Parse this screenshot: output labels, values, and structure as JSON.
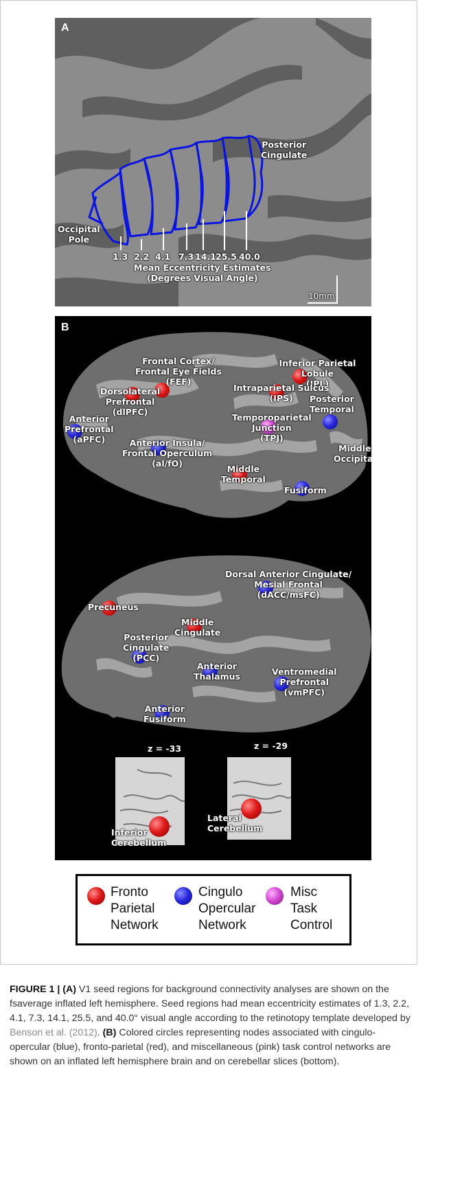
{
  "panel_a": {
    "letter": "A",
    "posterior_cingulate": "Posterior\nCingulate",
    "occipital_pole": "Occipital\nPole",
    "eccentricities": [
      "1.3",
      "2.2",
      "4.1",
      "7.3",
      "14.1",
      "25.5",
      "40.0"
    ],
    "axis_title": "Mean Eccentricity Estimates\n(Degrees Visual Angle)",
    "scale_bar": "10mm"
  },
  "panel_b": {
    "letter": "B",
    "lateral_labels": {
      "frontal_cortex": "Frontal Cortex/\nFrontal Eye Fields\n(FEF)",
      "dorsolateral": "Dorsolateral\nPrefrontal\n(dlPFC)",
      "anterior_prefrontal": "Anterior\nPrefrontal\n(aPFC)",
      "anterior_insula": "Anterior Insula/\nFrontal Operculum\n(al/fO)",
      "inferior_parietal": "Inferior Parietal Lobule\n(IPL)",
      "intraparietal": "Intraparietal  Sulcus\n(IPS)",
      "temporoparietal": "Temporoparietal\nJunction\n(TPJ)",
      "posterior_temporal": "Posterior\nTemporal",
      "middle_occipital": "Middle\nOccipital",
      "middle_temporal": "Middle\nTemporal",
      "fusiform": "Fusiform"
    },
    "medial_labels": {
      "dorsal_acc": "Dorsal Anterior Cingulate/\nMesial Frontal\n(dACC/msFC)",
      "precuneus": "Precuneus",
      "middle_cingulate": "Middle\nCingulate",
      "posterior_cingulate": "Posterior\nCingulate\n(PCC)",
      "anterior_thalamus": "Anterior\nThalamus",
      "ventromedial": "Ventromedial\nPrefrontal\n(vmPFC)",
      "anterior_fusiform": "Anterior\nFusiform"
    },
    "slices": {
      "left_z": "z = -33",
      "right_z": "z = -29",
      "inferior_cerebellum": "Inferior\nCerebellum",
      "lateral_cerebellum": "Lateral\nCerebellum"
    }
  },
  "legend": {
    "items": [
      {
        "label": "Fronto\nParietal\nNetwork",
        "color": "#e01a1a"
      },
      {
        "label": "Cingulo\nOpercular\nNetwork",
        "color": "#2a2ae0"
      },
      {
        "label": "Misc\nTask\nControl",
        "color": "#d44bd4"
      }
    ]
  },
  "caption": {
    "figure_label": "FIGURE 1 | (A)",
    "part_a": " V1 seed regions for background connectivity analyses are shown on the fsaverage inflated left hemisphere. Seed regions had mean eccentricity estimates of 1.3, 2.2, 4.1, 7.3, 14.1, 25.5, and 40.0° visual angle according to the retinotopy template developed by ",
    "reference": "Benson et al. (2012)",
    "part_a_end": ". ",
    "label_b": "(B)",
    "part_b": " Colored circles representing nodes associated with cingulo-opercular (blue), fronto-parietal (red), and miscellaneous (pink) task control networks are shown on an inflated left hemisphere brain and on cerebellar slices (bottom)."
  }
}
